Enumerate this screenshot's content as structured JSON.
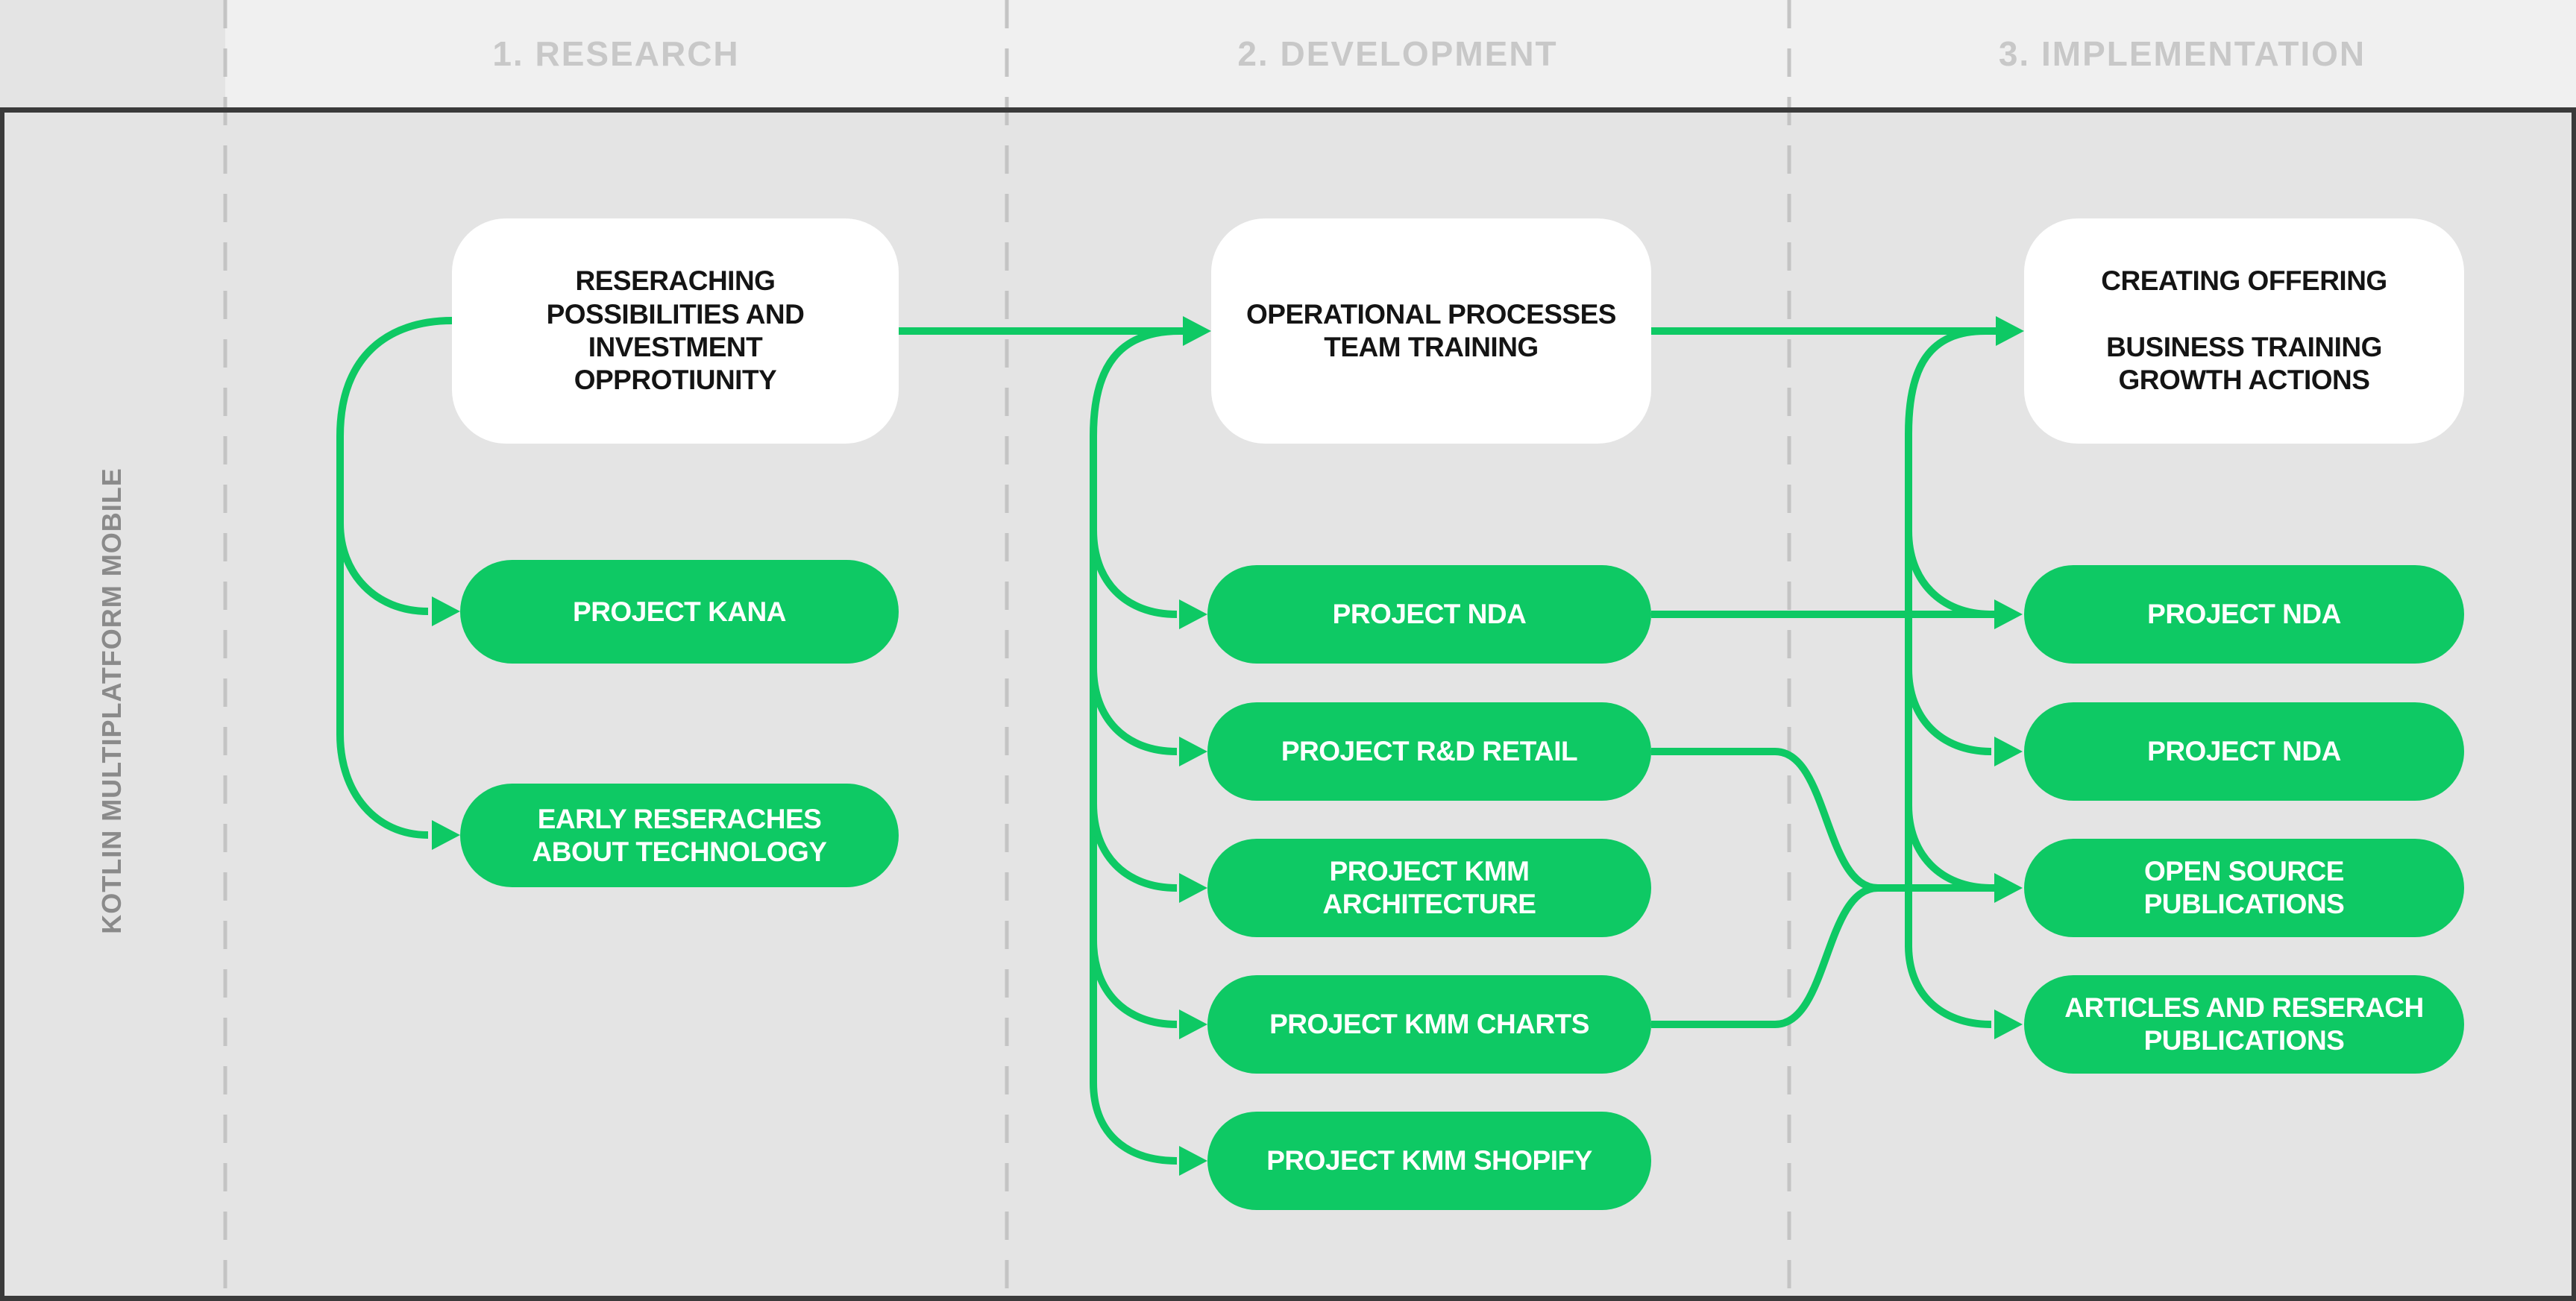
{
  "palette": {
    "green": "#0ec964",
    "header_bg": "#f0f0f0",
    "body_bg": "#e4e4e4",
    "frame": "#3a3a3a",
    "dash_line": "#c4c4c4",
    "header_text": "#c8c8c8",
    "sidebar_text": "#8a8a8a",
    "box_text": "#141414",
    "pill_text": "#ffffff",
    "box_bg": "#ffffff"
  },
  "sidebar": {
    "label": "KOTLIN MULTIPLATFORM MOBILE"
  },
  "phases": [
    {
      "label": "1. RESEARCH"
    },
    {
      "label": "2. DEVELOPMENT"
    },
    {
      "label": "3. IMPLEMENTATION"
    }
  ],
  "columns": [
    {
      "stage": {
        "label": "RESERACHING\nPOSSIBILITIES AND\nINVESTMENT\nOPPROTIUNITY"
      },
      "projects": [
        {
          "label": "PROJECT KANA"
        },
        {
          "label": "EARLY RESERACHES\nABOUT TECHNOLOGY"
        }
      ]
    },
    {
      "stage": {
        "label": "OPERATIONAL PROCESSES\nTEAM TRAINING"
      },
      "projects": [
        {
          "label": "PROJECT NDA"
        },
        {
          "label": "PROJECT R&D RETAIL"
        },
        {
          "label": "PROJECT KMM\nARCHITECTURE"
        },
        {
          "label": "PROJECT KMM CHARTS"
        },
        {
          "label": "PROJECT KMM SHOPIFY"
        }
      ]
    },
    {
      "stage": {
        "label": "CREATING OFFERING\n\nBUSINESS TRAINING\nGROWTH ACTIONS"
      },
      "projects": [
        {
          "label": "PROJECT NDA"
        },
        {
          "label": "PROJECT NDA"
        },
        {
          "label": "OPEN SOURCE\nPUBLICATIONS"
        },
        {
          "label": "ARTICLES AND RESERACH\nPUBLICATIONS"
        }
      ]
    }
  ],
  "edges": [
    [
      "stage-research",
      "project-kana"
    ],
    [
      "stage-research",
      "early-reseraches-about-technology"
    ],
    [
      "stage-research",
      "stage-development"
    ],
    [
      "stage-development",
      "project-nda-dev"
    ],
    [
      "stage-development",
      "project-rd-retail"
    ],
    [
      "stage-development",
      "project-kmm-architecture"
    ],
    [
      "stage-development",
      "project-kmm-charts"
    ],
    [
      "stage-development",
      "project-kmm-shopify"
    ],
    [
      "stage-development",
      "stage-implementation"
    ],
    [
      "stage-development",
      "project-nda-impl-1"
    ],
    [
      "stage-development",
      "project-nda-impl-2"
    ],
    [
      "stage-development",
      "open-source-publications"
    ],
    [
      "stage-development",
      "articles-and-reserach-publications"
    ],
    [
      "project-nda-dev",
      "project-nda-impl-1"
    ],
    [
      "project-rd-retail",
      "open-source-publications"
    ],
    [
      "project-kmm-charts",
      "open-source-publications"
    ]
  ]
}
